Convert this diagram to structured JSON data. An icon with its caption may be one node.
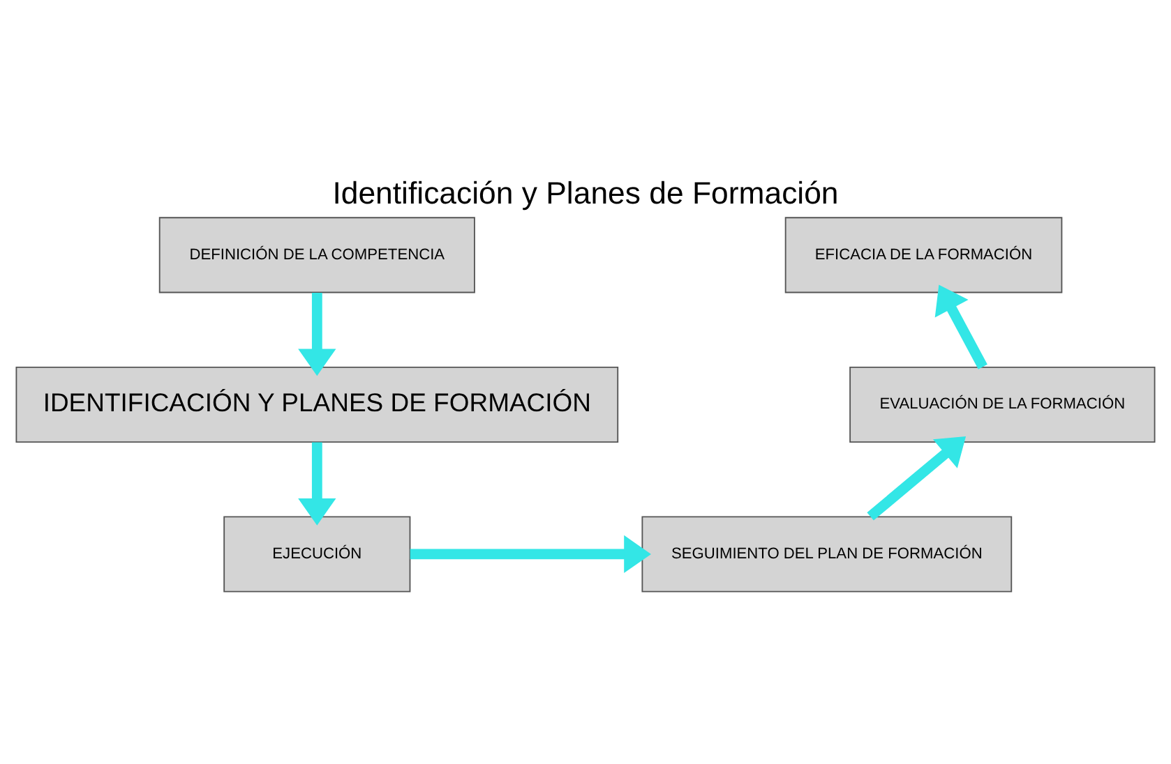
{
  "diagram": {
    "title": "Identificación y Planes de Formación",
    "nodes": [
      {
        "text": [
          "DEFINICIÓN DE LA COMPETENCIA"
        ]
      },
      {
        "text": [
          "IDENTIFICACIÓN Y PLANES DE FORMACIÓN"
        ]
      },
      {
        "text": [
          "EJECUCIÓN"
        ]
      },
      {
        "text": [
          "SEGUIMIENTO DEL PLAN DE FORMACIÓN"
        ]
      },
      {
        "text": [
          "EVALUACIÓN DE LA FORMACIÓN"
        ]
      },
      {
        "text": [
          "EFICACIA DE LA FORMACIÓN"
        ]
      }
    ],
    "edges": [
      {
        "from": 0,
        "to": 1,
        "arrow": "to"
      },
      {
        "from": 1,
        "to": 2,
        "arrow": "to"
      },
      {
        "from": 2,
        "to": 3,
        "arrow": "to"
      },
      {
        "from": 3,
        "to": 4,
        "arrow": "to"
      },
      {
        "from": 4,
        "to": 5,
        "arrow": "to"
      }
    ]
  }
}
